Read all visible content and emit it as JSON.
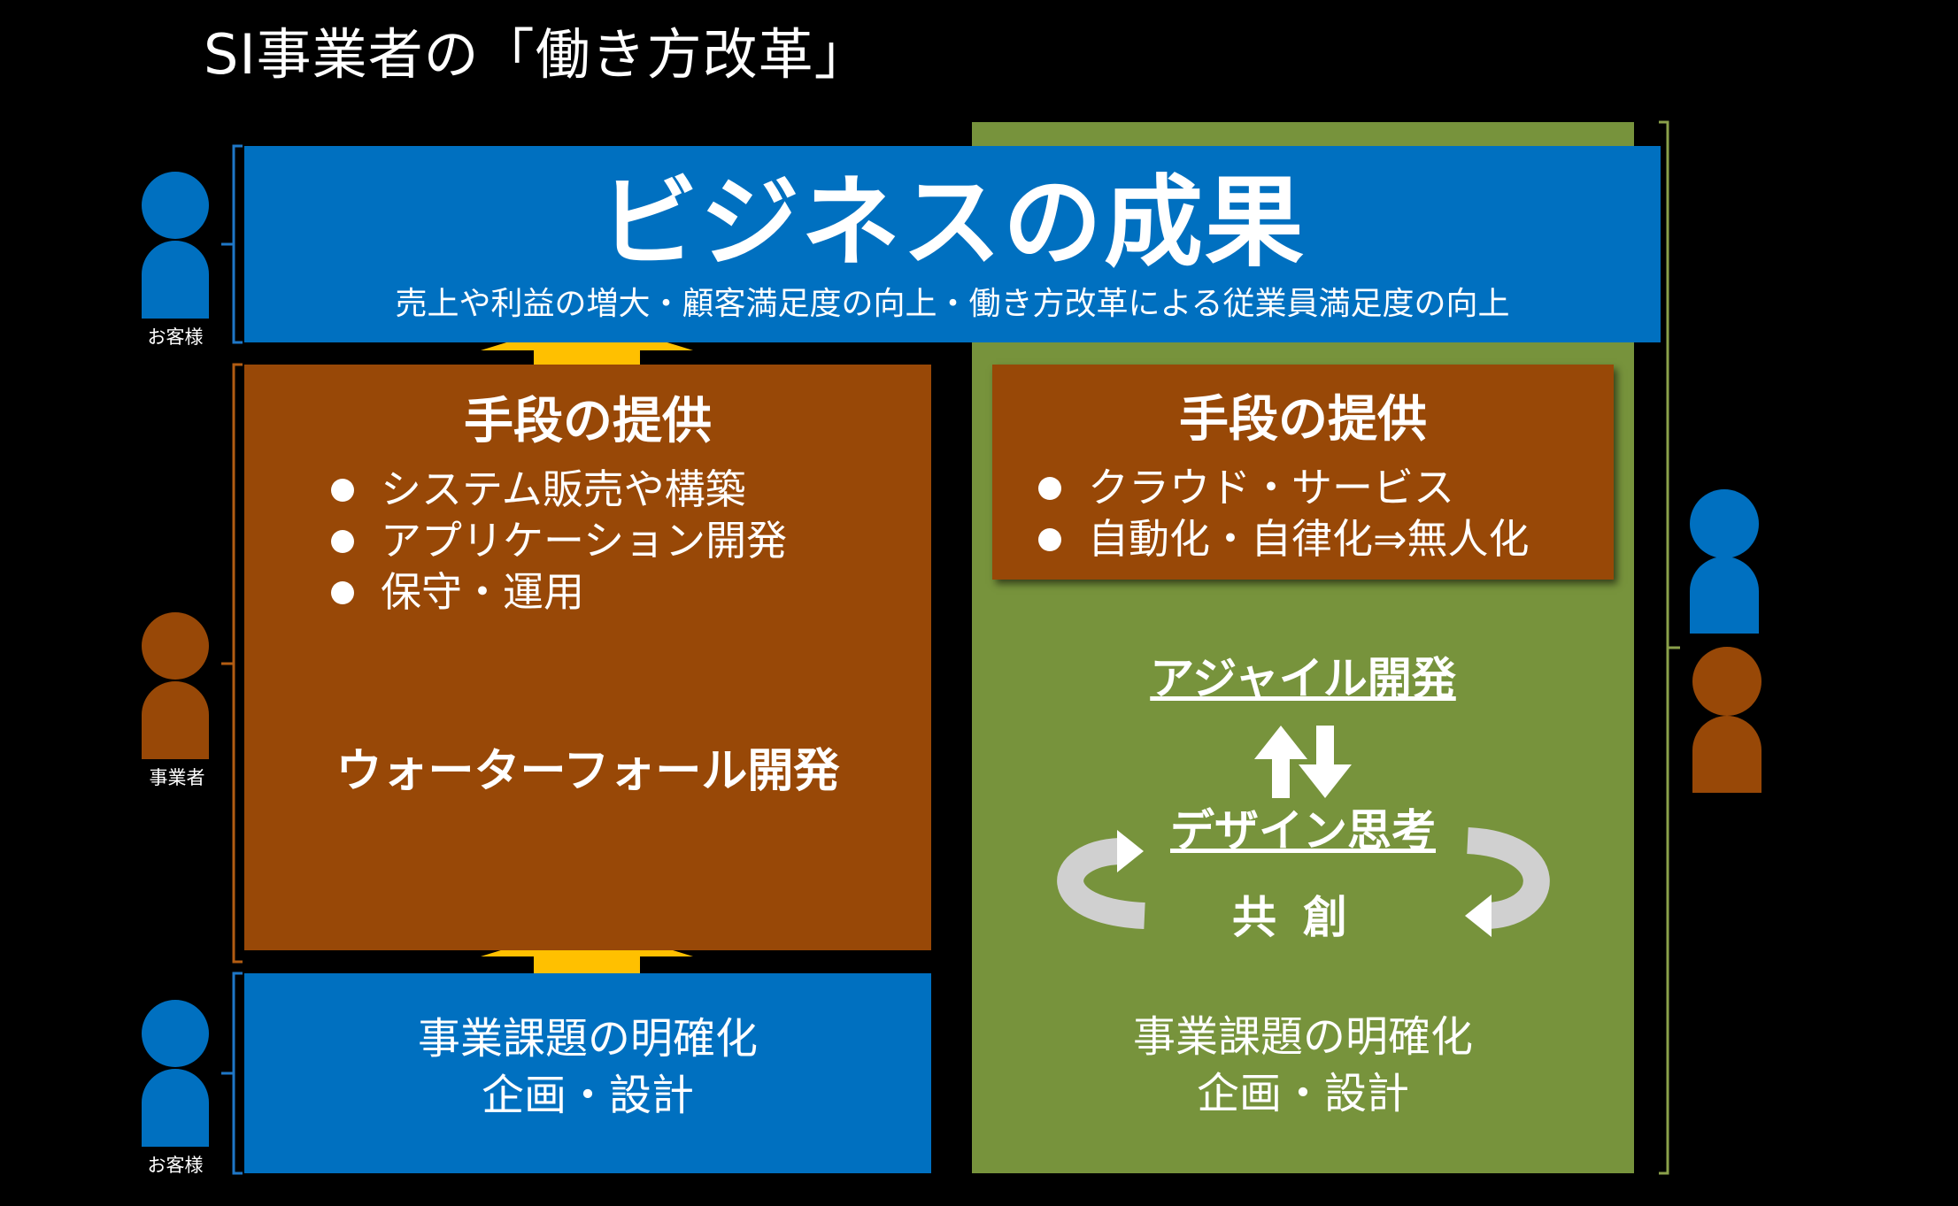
{
  "title": "SI事業者の「働き方改革」",
  "result": {
    "heading": "ビジネスの成果",
    "subtext": "売上や利益の増大・顧客満足度の向上・働き方改革による従業員満足度の向上"
  },
  "left_means": {
    "heading": "手段の提供",
    "items": [
      "システム販売や構築",
      "アプリケーション開発",
      "保守・運用"
    ],
    "method": "ウォーターフォール開発"
  },
  "right_means": {
    "heading": "手段の提供",
    "items": [
      "クラウド・サービス",
      "自動化・自律化⇒無人化"
    ]
  },
  "agile": "アジャイル開発",
  "design_thinking": "デザイン思考",
  "cocreation": "共創",
  "planning": {
    "left": {
      "line1": "事業課題の明確化",
      "line2": "企画・設計"
    },
    "right": {
      "line1": "事業課題の明確化",
      "line2": "企画・設計"
    }
  },
  "people": {
    "customer_top": "お客様",
    "vendor": "事業者",
    "customer_bottom": "お客様"
  },
  "colors": {
    "blue": "#0070c0",
    "brown": "#984807",
    "green": "#77933c",
    "arrow": "#ffc000"
  }
}
